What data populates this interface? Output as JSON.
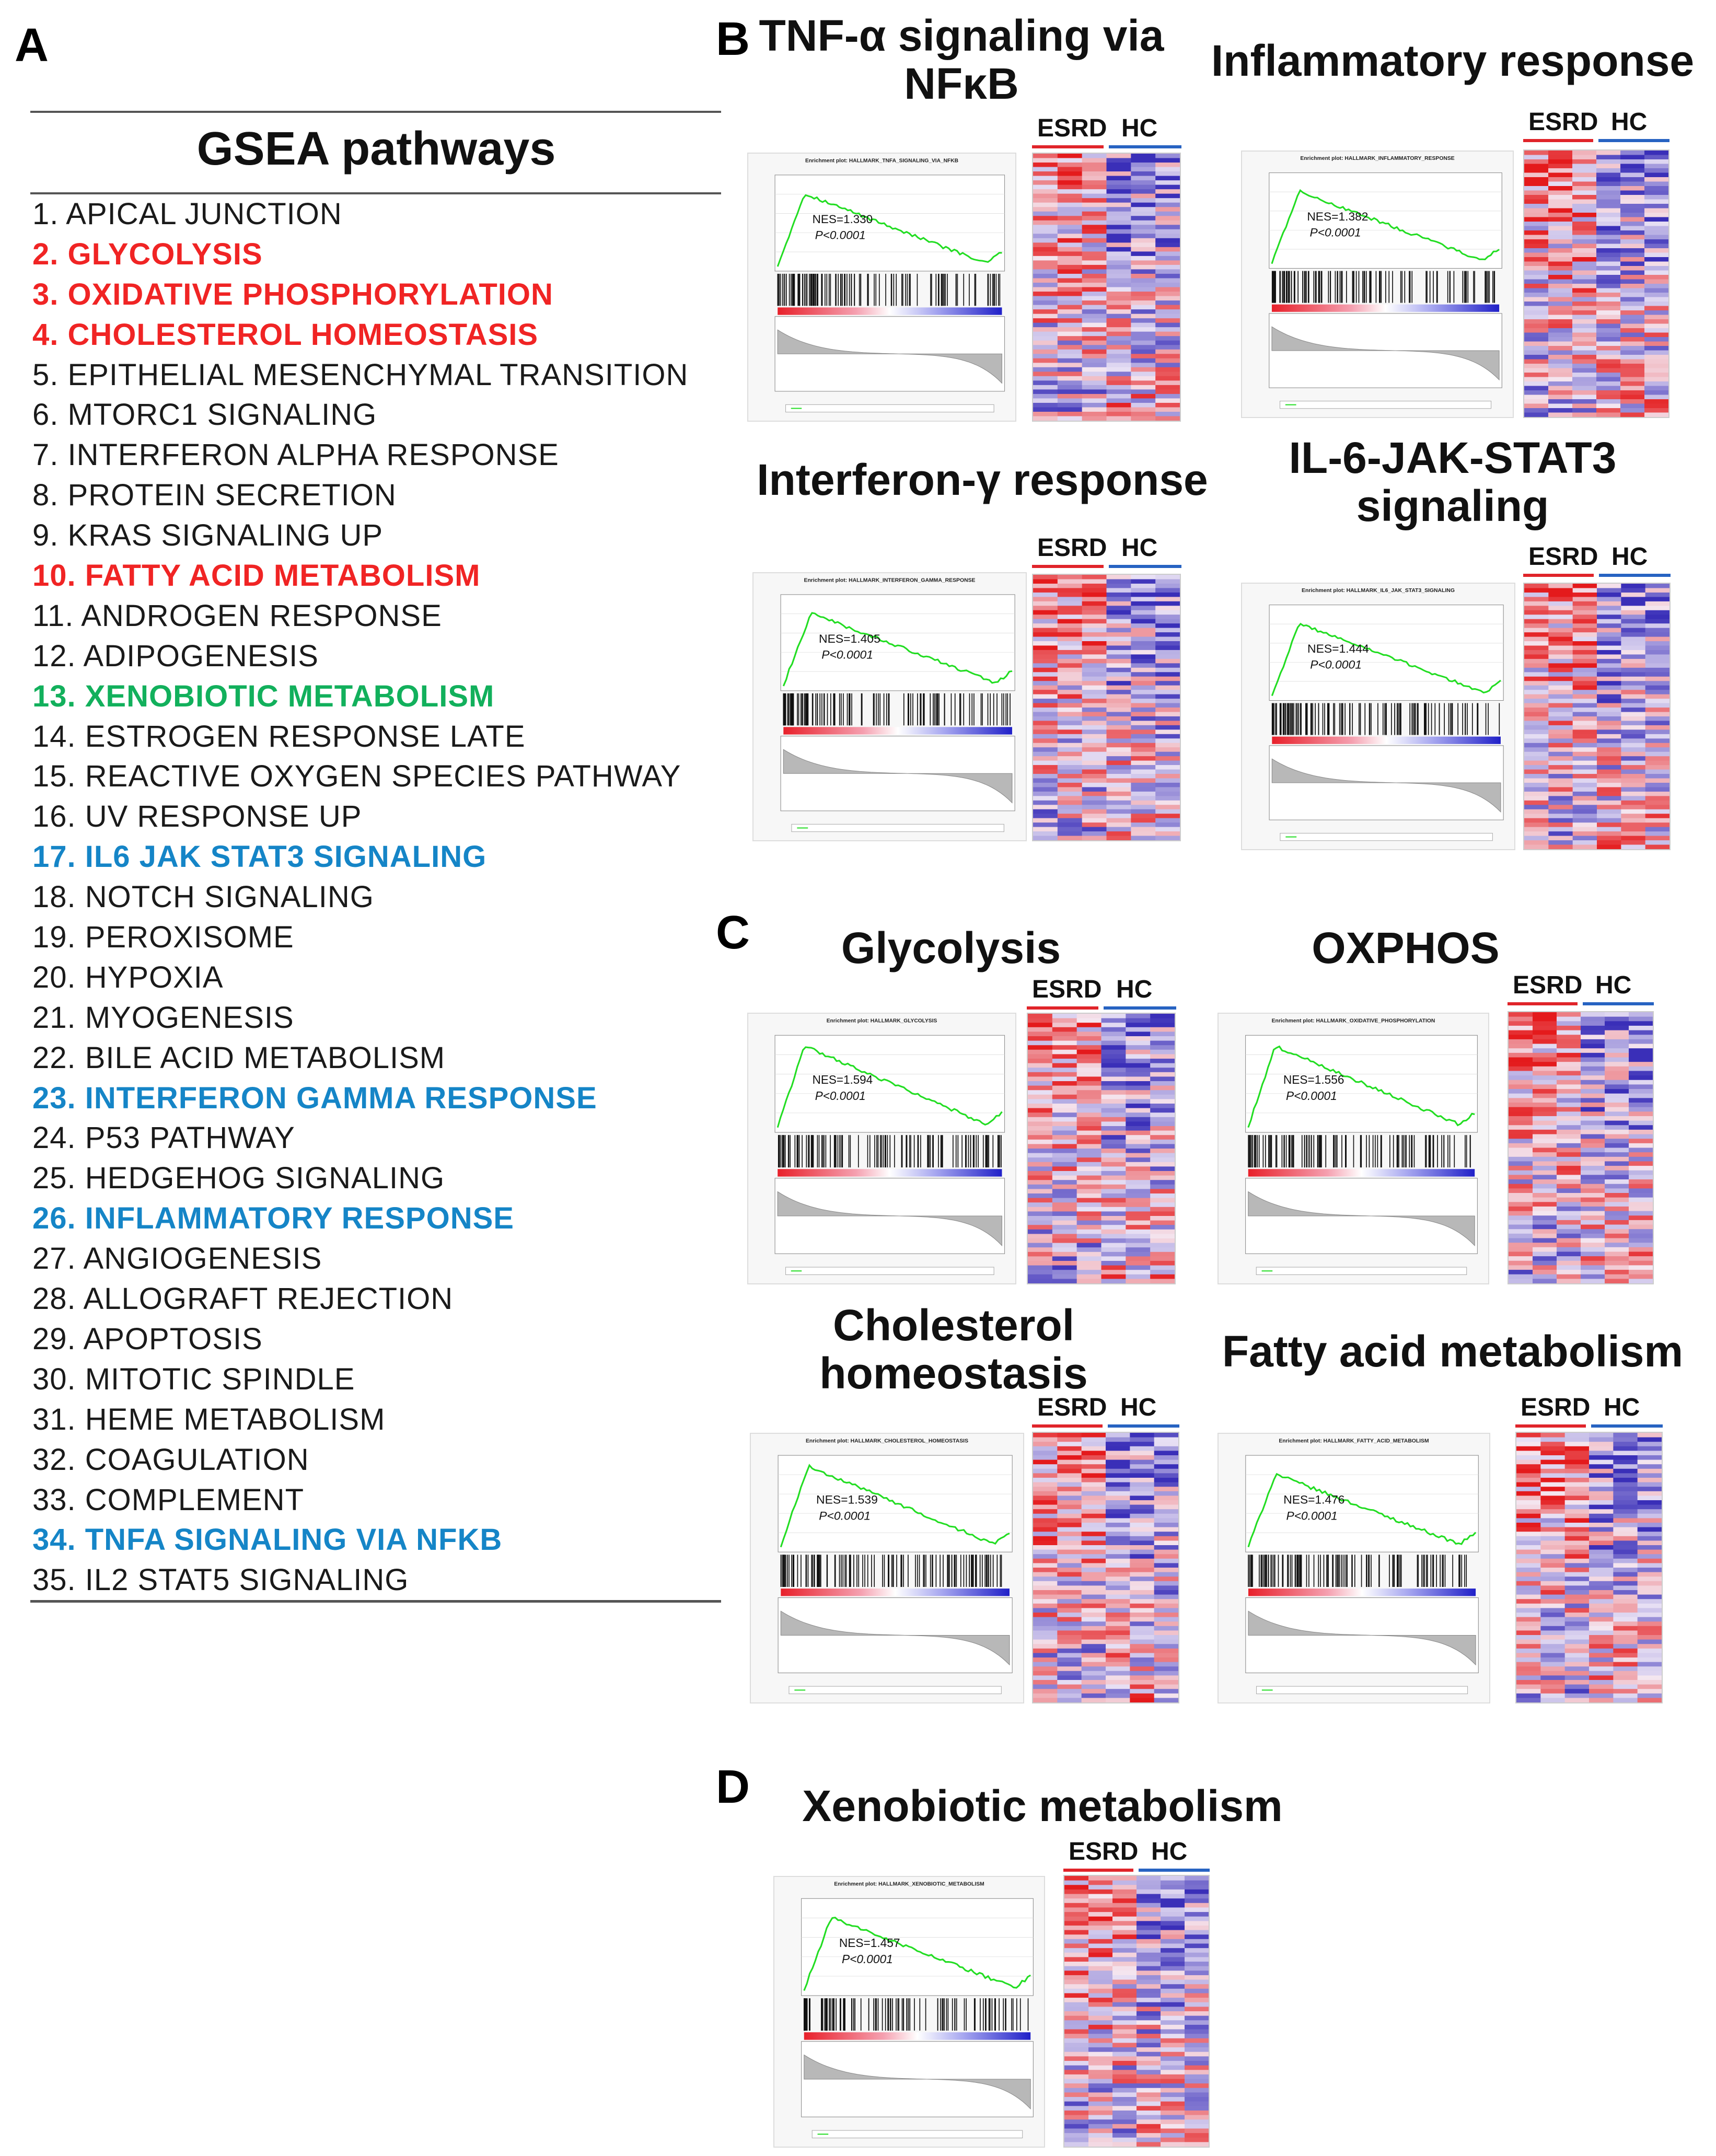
{
  "panel_letters": {
    "a": "A",
    "b": "B",
    "c": "C",
    "d": "D"
  },
  "panelA": {
    "title": "GSEA pathways",
    "pathways": [
      {
        "label": "1. APICAL JUNCTION",
        "color": "black"
      },
      {
        "label": "2. GLYCOLYSIS",
        "color": "red"
      },
      {
        "label": "3. OXIDATIVE PHOSPHORYLATION",
        "color": "red"
      },
      {
        "label": "4. CHOLESTEROL  HOMEOSTASIS",
        "color": "red"
      },
      {
        "label": "5. EPITHELIAL  MESENCHYMAL  TRANSITION",
        "color": "black"
      },
      {
        "label": "6. MTORC1  SIGNALING",
        "color": "black"
      },
      {
        "label": "7. INTERFERON  ALPHA RESPONSE",
        "color": "black"
      },
      {
        "label": "8. PROTEIN  SECRETION",
        "color": "black"
      },
      {
        "label": "9. KRAS SIGNALING  UP",
        "color": "black"
      },
      {
        "label": "10. FATTY ACID METABOLISM",
        "color": "red"
      },
      {
        "label": "11. ANDROGEN  RESPONSE",
        "color": "black"
      },
      {
        "label": "12. ADIPOGENESIS",
        "color": "black"
      },
      {
        "label": "13. XENOBIOTIC  METABOLISM",
        "color": "green"
      },
      {
        "label": "14. ESTROGEN  RESPONSE LATE",
        "color": "black"
      },
      {
        "label": "15. REACTIVE  OXYGEN  SPECIES PATHWAY",
        "color": "black"
      },
      {
        "label": "16. UV RESPONSE UP",
        "color": "black"
      },
      {
        "label": "17. IL6 JAK STAT3 SIGNALING",
        "color": "blue"
      },
      {
        "label": "18. NOTCH  SIGNALING",
        "color": "black"
      },
      {
        "label": "19. PEROXISOME",
        "color": "black"
      },
      {
        "label": "20. HYPOXIA",
        "color": "black"
      },
      {
        "label": "21. MYOGENESIS",
        "color": "black"
      },
      {
        "label": "22. BILE ACID METABOLISM",
        "color": "black"
      },
      {
        "label": "23. INTERFERON  GAMMA  RESPONSE",
        "color": "blue"
      },
      {
        "label": "24. P53 PATHWAY",
        "color": "black"
      },
      {
        "label": "25. HEDGEHOG  SIGNALING",
        "color": "black"
      },
      {
        "label": "26. INFLAMMATORY  RESPONSE",
        "color": "blue"
      },
      {
        "label": "27. ANGIOGENESIS",
        "color": "black"
      },
      {
        "label": "28. ALLOGRAFT  REJECTION",
        "color": "black"
      },
      {
        "label": "29. APOPTOSIS",
        "color": "black"
      },
      {
        "label": "30. MITOTIC  SPINDLE",
        "color": "black"
      },
      {
        "label": "31. HEME METABOLISM",
        "color": "black"
      },
      {
        "label": "32. COAGULATION",
        "color": "black"
      },
      {
        "label": "33. COMPLEMENT",
        "color": "black"
      },
      {
        "label": "34. TNFA SIGNALING  VIA NFKB",
        "color": "blue"
      },
      {
        "label": "35. IL2 STAT5  SIGNALING",
        "color": "black"
      }
    ]
  },
  "colors": {
    "red_pathway": "#f02424",
    "green_pathway": "#12b05c",
    "blue_pathway": "#1585c7",
    "es_curve": "#22dd22",
    "heat_high": "#e41a1c",
    "heat_low": "#3a2fb8",
    "esrd_bar": "#e0242a",
    "hc_bar": "#2763c2"
  },
  "groups": {
    "esrd": "ESRD",
    "hc": "HC"
  },
  "chart_data": [
    {
      "type": "line",
      "panel": "B",
      "title": "TNF-α signaling via NFκB",
      "plot_title": "Enrichment plot: HALLMARK_TNFA_SIGNALING_VIA_NFKB",
      "nes_label": "NES=1.330",
      "p_label": "P<0.0001",
      "es_peak": 0.45
    },
    {
      "type": "line",
      "panel": "B",
      "title": "Inflammatory response",
      "plot_title": "Enrichment plot: HALLMARK_INFLAMMATORY_RESPONSE",
      "nes_label": "NES=1.382",
      "p_label": "P<0.0001",
      "es_peak": 0.45
    },
    {
      "type": "line",
      "panel": "B",
      "title": "Interferon-γ response",
      "plot_title": "Enrichment plot: HALLMARK_INTERFERON_GAMMA_RESPONSE",
      "nes_label": "NES=1.405",
      "p_label": "P<0.0001",
      "es_peak": 0.45
    },
    {
      "type": "line",
      "panel": "B",
      "title": "IL-6-JAK-STAT3 signaling",
      "plot_title": "Enrichment plot: HALLMARK_IL6_JAK_STAT3_SIGNALING",
      "nes_label": "NES=1.444",
      "p_label": "P<0.0001",
      "es_peak": 0.45
    },
    {
      "type": "line",
      "panel": "C",
      "title": "Glycolysis",
      "plot_title": "Enrichment plot: HALLMARK_GLYCOLYSIS",
      "nes_label": "NES=1.594",
      "p_label": "P<0.0001",
      "es_peak": 0.5
    },
    {
      "type": "line",
      "panel": "C",
      "title": "OXPHOS",
      "plot_title": "Enrichment plot: HALLMARK_OXIDATIVE_PHOSPHORYLATION",
      "nes_label": "NES=1.556",
      "p_label": "P<0.0001",
      "es_peak": 0.5
    },
    {
      "type": "line",
      "panel": "C",
      "title": "Cholesterol homeostasis",
      "plot_title": "Enrichment plot: HALLMARK_CHOLESTEROL_HOMEOSTASIS",
      "nes_label": "NES=1.539",
      "p_label": "P<0.0001",
      "es_peak": 0.5
    },
    {
      "type": "line",
      "panel": "C",
      "title": "Fatty acid metabolism",
      "plot_title": "Enrichment plot: HALLMARK_FATTY_ACID_METABOLISM",
      "nes_label": "NES=1.476",
      "p_label": "P<0.0001",
      "es_peak": 0.45
    },
    {
      "type": "line",
      "panel": "D",
      "title": "Xenobiotic metabolism",
      "plot_title": "Enrichment plot: HALLMARK_XENOBIOTIC_METABOLISM",
      "nes_label": "NES=1.457",
      "p_label": "P<0.0001",
      "es_peak": 0.45
    }
  ]
}
